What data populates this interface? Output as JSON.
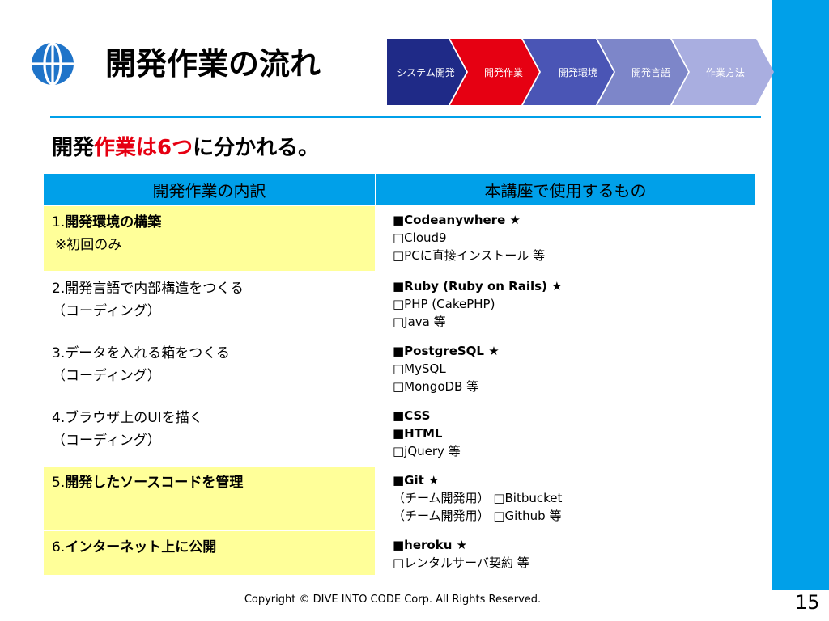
{
  "header": {
    "title": "開発作業の流れ",
    "steps": [
      "システム開発",
      "開発作業",
      "開発環境",
      "開発言語",
      "作業方法"
    ],
    "active_step_index": 1
  },
  "subtitle": {
    "part1": "開発",
    "part2": "作業は6つ",
    "part3": "に分かれる。"
  },
  "table": {
    "headers": [
      "開発作業の内訳",
      "本講座で使用するもの"
    ],
    "rows": [
      {
        "num": "1.",
        "work": "開発環境の構築",
        "work_sub": "※初回のみ",
        "items": [
          "■Codeanywhere ★",
          "□Cloud9",
          "□PCに直接インストール 等"
        ]
      },
      {
        "num": "2.",
        "work": "開発言語で内部構造をつくる",
        "work_sub": "（コーディング）",
        "items": [
          "■Ruby (Ruby on Rails) ★",
          "□PHP (CakePHP)",
          "□Java 等"
        ]
      },
      {
        "num": "3.",
        "work": "データを入れる箱をつくる",
        "work_sub": "（コーディング）",
        "items": [
          "■PostgreSQL ★",
          "□MySQL",
          "□MongoDB 等"
        ]
      },
      {
        "num": "4.",
        "work": "ブラウザ上のUIを描く",
        "work_sub": "（コーディング）",
        "items": [
          "■CSS",
          "■HTML",
          "□jQuery 等"
        ]
      },
      {
        "num": "5.",
        "work": "開発したソースコードを管理",
        "work_sub": "",
        "items": [
          "■Git ★",
          "（チーム開発用） □Bitbucket",
          "（チーム開発用） □Github 等"
        ]
      },
      {
        "num": "6.",
        "work": "インターネット上に公開",
        "work_sub": "",
        "items": [
          "■heroku ★",
          "□レンタルサーバ契約 等"
        ]
      }
    ]
  },
  "footer": {
    "copyright": "Copyright © DIVE INTO CODE Corp. All Rights Reserved.",
    "page_number": "15"
  },
  "colors": {
    "accent_blue": "#00a0e9",
    "highlight_red": "#e60012",
    "row_yellow": "#ffff99",
    "step_colors": [
      "#1f2a87",
      "#e60012",
      "#4a55b5",
      "#7d86c9",
      "#a9aee0"
    ]
  }
}
